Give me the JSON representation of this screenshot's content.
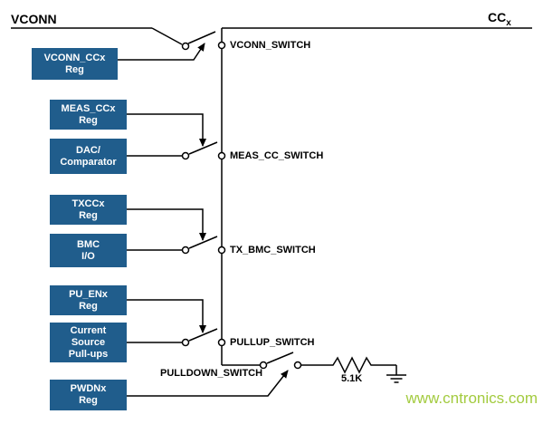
{
  "colors": {
    "register_box": "#205d8c",
    "wire": "#000000",
    "watermark": "#a3cb3f"
  },
  "nodes": {
    "vconn": "VCONN",
    "cc_base": "CC",
    "cc_sub": "x"
  },
  "registers": {
    "vconn_ccx": "VCONN_CCx\nReg",
    "meas_ccx": "MEAS_CCx\nReg",
    "dac_comparator": "DAC/\nComparator",
    "txccx": "TXCCx\nReg",
    "bmc_io": "BMC\nI/O",
    "pu_enx": "PU_ENx\nReg",
    "current_source": "Current\nSource\nPull-ups",
    "pwdnx": "PWDNx\nReg"
  },
  "switches": {
    "vconn": "VCONN_SWITCH",
    "meas_cc": "MEAS_CC_SWITCH",
    "tx_bmc": "TX_BMC_SWITCH",
    "pullup": "PULLUP_SWITCH",
    "pulldown": "PULLDOWN_SWITCH"
  },
  "components": {
    "pulldown_resistor": "5.1K"
  },
  "watermark": "www.cntronics.com"
}
